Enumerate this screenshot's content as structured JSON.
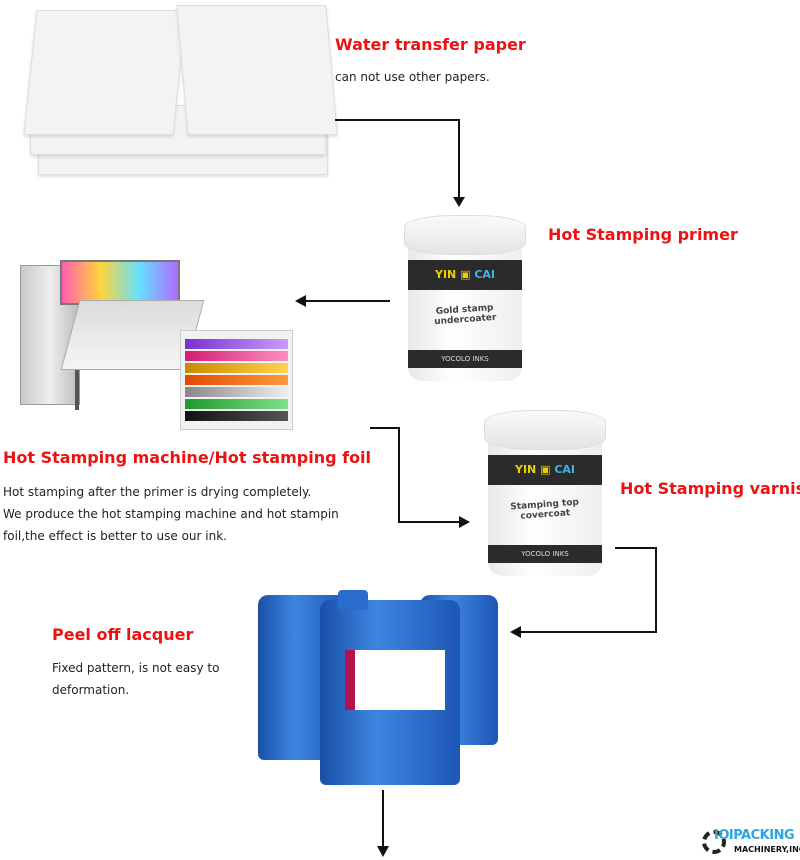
{
  "steps": [
    {
      "title": "Water transfer paper",
      "lines": [
        "can not use other papers."
      ]
    },
    {
      "title": "Hot Stamping primer",
      "product": {
        "brand_left": "YIN",
        "brand_right": "CAI",
        "name": "Gold stamp undercoater",
        "maker": "YOCOLO INKS"
      }
    },
    {
      "title": "Hot Stamping machine/Hot stamping foil",
      "lines": [
        "Hot stamping after the primer is drying completely.",
        "We produce the hot stamping machine and hot stampin",
        "foil,the effect is better to use our ink."
      ]
    },
    {
      "title": "Hot Stamping varnish",
      "product": {
        "brand_left": "YIN",
        "brand_right": "CAI",
        "name": "Stamping top covercoat",
        "maker": "YOCOLO INKS"
      }
    },
    {
      "title": "Peel off lacquer",
      "lines": [
        "Fixed pattern, is not easy to",
        "deformation."
      ]
    }
  ],
  "logo": {
    "line1": "IOIPACKING",
    "line2": "MACHINERY,INC."
  },
  "colors": {
    "heading": "#ee1111",
    "arrow": "#111111"
  }
}
